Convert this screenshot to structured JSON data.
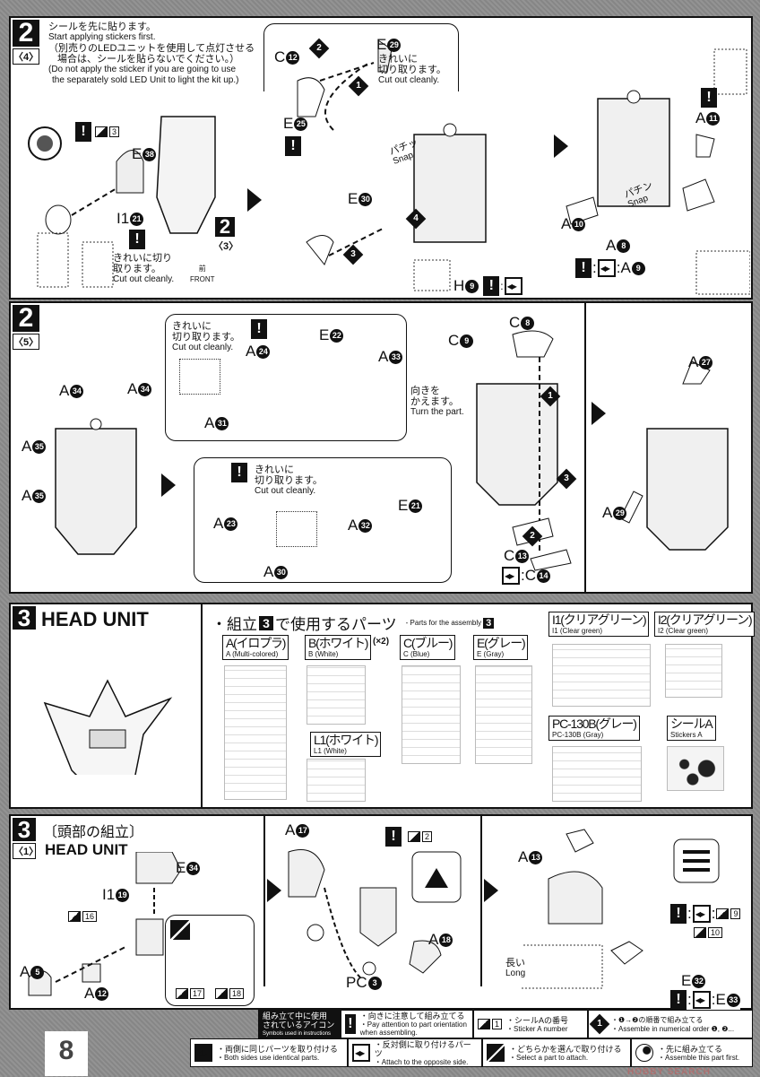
{
  "s24": {
    "step": "2",
    "sub": "〈4〉",
    "note_jp1": "シールを先に貼ります。",
    "note_en1": "Start applying stickers first.",
    "note_jp2": "（別売りのLEDユニットを使用して点灯させる",
    "note_jp3": "場合は、シールを貼らないでください。）",
    "note_en2": "(Do not apply the sticker if you are going to use",
    "note_en3": "the separately sold LED Unit to light the kit up.)",
    "cut_jp1": "きれいに切り",
    "cut_jp2": "取ります。",
    "cut_en": "Cut out cleanly.",
    "ref_step": "2",
    "ref_sub": "〈3〉",
    "front_jp": "前",
    "front_en": "FRONT",
    "sticker1": "3",
    "labels": [
      {
        "p": "E",
        "n": "38"
      },
      {
        "p": "I1",
        "n": "21"
      },
      {
        "p": "C",
        "n": "12"
      },
      {
        "p": "E",
        "n": "29"
      },
      {
        "p": "E",
        "n": "25"
      },
      {
        "p": "E",
        "n": "30"
      },
      {
        "p": "H",
        "n": "9"
      },
      {
        "p": "A",
        "n": "11"
      },
      {
        "p": "A",
        "n": "10"
      },
      {
        "p": "A",
        "n": "8"
      }
    ],
    "cut2_jp1": "きれいに",
    "cut2_jp2": "切り取ります。",
    "cut2_en": "Cut out cleanly.",
    "snap_jp": "パチッ",
    "snap_en": "Snap",
    "snap2_jp": "パチン",
    "snap2_en": "Snap",
    "order": [
      "1",
      "2",
      "3",
      "4"
    ],
    "mirror_target": ":A",
    "mirror_target_num": "9"
  },
  "s25": {
    "step": "2",
    "sub": "〈5〉",
    "labels": [
      {
        "p": "A",
        "n": "34"
      },
      {
        "p": "A",
        "n": "34"
      },
      {
        "p": "A",
        "n": "35"
      },
      {
        "p": "A",
        "n": "35"
      },
      {
        "p": "A",
        "n": "24"
      },
      {
        "p": "A",
        "n": "31"
      },
      {
        "p": "E",
        "n": "22"
      },
      {
        "p": "A",
        "n": "33"
      },
      {
        "p": "A",
        "n": "23"
      },
      {
        "p": "A",
        "n": "30"
      },
      {
        "p": "A",
        "n": "32"
      },
      {
        "p": "E",
        "n": "21"
      },
      {
        "p": "C",
        "n": "8"
      },
      {
        "p": "C",
        "n": "9"
      },
      {
        "p": "C",
        "n": "13"
      },
      {
        "p": "A",
        "n": "27"
      },
      {
        "p": "A",
        "n": "29"
      }
    ],
    "cut_jp1": "きれいに",
    "cut_jp2": "切り取ります。",
    "cut_en": "Cut out cleanly.",
    "turn_jp1": "向きを",
    "turn_jp2": "かえます。",
    "turn_en": "Turn the part.",
    "mirror_target": ":C",
    "mirror_target_num": "14",
    "order": [
      "1",
      "2",
      "3"
    ]
  },
  "s3": {
    "step": "3",
    "title": "HEAD UNIT",
    "parts_heading_jp1": "・組立",
    "parts_heading_num": "3",
    "parts_heading_jp2": "で使用するパーツ",
    "parts_heading_en": "- Parts for the assembly",
    "runners": [
      {
        "jp": "A(イロプラ)",
        "en": "A (Multi-colored)"
      },
      {
        "jp": "B(ホワイト)",
        "en": "B (White)",
        "qty": "(×2)"
      },
      {
        "jp": "C(ブルー)",
        "en": "C (Blue)"
      },
      {
        "jp": "E(グレー)",
        "en": "E (Gray)"
      },
      {
        "jp": "L1(ホワイト)",
        "en": "L1 (White)"
      },
      {
        "jp": "I1(クリアグリーン)",
        "en": "I1 (Clear green)"
      },
      {
        "jp": "I2(クリアグリーン)",
        "en": "I2 (Clear green)"
      },
      {
        "jp": "PC-130B(グレー)",
        "en": "PC-130B (Gray)"
      },
      {
        "jp": "シールA",
        "en": "Stickers A"
      }
    ]
  },
  "s31": {
    "step": "3",
    "sub": "〈1〉",
    "title_jp": "〔頭部の組立〕",
    "title_en": "HEAD UNIT",
    "labels": [
      {
        "p": "E",
        "n": "34"
      },
      {
        "p": "I1",
        "n": "19"
      },
      {
        "p": "A",
        "n": "5"
      },
      {
        "p": "A",
        "n": "12"
      },
      {
        "p": "A",
        "n": "17"
      },
      {
        "p": "A",
        "n": "18"
      },
      {
        "p": "PC",
        "n": "3"
      },
      {
        "p": "A",
        "n": "13"
      },
      {
        "p": "E",
        "n": "32"
      }
    ],
    "stickers": [
      "16",
      "17",
      "18",
      "2",
      "9",
      "10"
    ],
    "long_jp": "長い",
    "long_en": "Long",
    "mirror_target": ":E",
    "mirror_target_num": "33"
  },
  "legend": {
    "title_jp1": "組み立て中に使用",
    "title_jp2": "されているアイコン",
    "title_en": "Symbols used in instructions",
    "items": [
      {
        "jp": "・向きに注意して組み立てる",
        "en": "・Pay attention to part orientation when assembling.",
        "icon": "exclamation-icon"
      },
      {
        "jp": "・シールAの番号",
        "en": "・Sticker A number",
        "icon": "sticker-icon",
        "num": "1"
      },
      {
        "jp": "・❶→❷の順番で組み立てる",
        "en": "・Assemble in numerical order ❶, ❷...",
        "icon": "order-diamond-icon",
        "num": "1"
      },
      {
        "jp": "・両側に同じパーツを取り付ける",
        "en": "・Both sides use identical parts.",
        "icon": "both-sides-icon"
      },
      {
        "jp": "・反対側に取り付けるパーツ",
        "en": "・Attach to the opposite side.",
        "icon": "opposite-side-icon"
      },
      {
        "jp": "・どちらかを選んで取り付ける",
        "en": "・Select a part to attach.",
        "icon": "select-part-icon"
      },
      {
        "jp": "・先に組み立てる",
        "en": "・Assemble this part first.",
        "icon": "assemble-first-icon"
      }
    ]
  },
  "page_number": "8",
  "watermark": "HOBBY SEARCH"
}
